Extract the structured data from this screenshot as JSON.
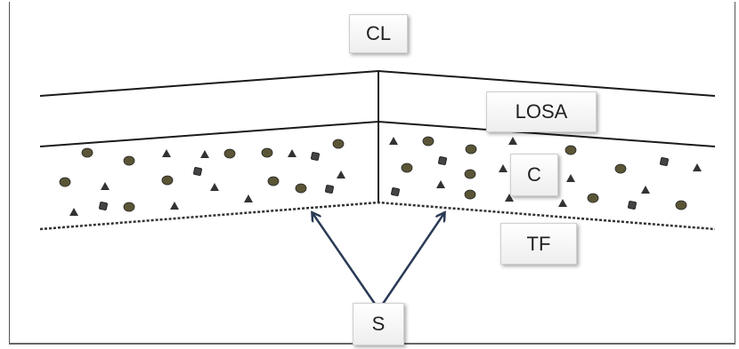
{
  "labels": {
    "cl": "CL",
    "losa": "LOSA",
    "c": "C",
    "tf": "TF",
    "s": "S"
  },
  "colors": {
    "line": "#1a1a1a",
    "arrow": "#2a3b55",
    "aggregate_round": "#5a5536",
    "aggregate_angular": "#333333"
  }
}
